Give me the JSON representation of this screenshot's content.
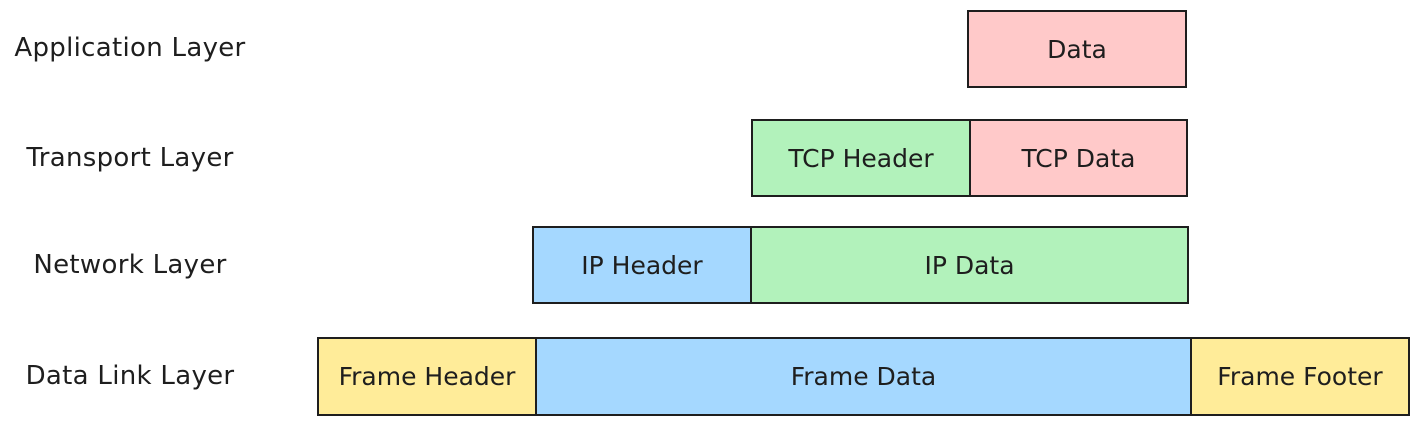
{
  "colors": {
    "pink": "#ffc9c9",
    "green": "#b2f2bb",
    "blue": "#a5d8ff",
    "yellow": "#ffec99",
    "stroke": "#1e1e1e"
  },
  "layers": {
    "application": {
      "label": "Application Layer",
      "segments": [
        {
          "text": "Data",
          "color": "pink"
        }
      ]
    },
    "transport": {
      "label": "Transport Layer",
      "segments": [
        {
          "text": "TCP Header",
          "color": "green"
        },
        {
          "text": "TCP Data",
          "color": "pink"
        }
      ]
    },
    "network": {
      "label": "Network Layer",
      "segments": [
        {
          "text": "IP Header",
          "color": "blue"
        },
        {
          "text": "IP Data",
          "color": "green"
        }
      ]
    },
    "datalink": {
      "label": "Data Link Layer",
      "segments": [
        {
          "text": "Frame Header",
          "color": "yellow"
        },
        {
          "text": "Frame Data",
          "color": "blue"
        },
        {
          "text": "Frame Footer",
          "color": "yellow"
        }
      ]
    }
  }
}
